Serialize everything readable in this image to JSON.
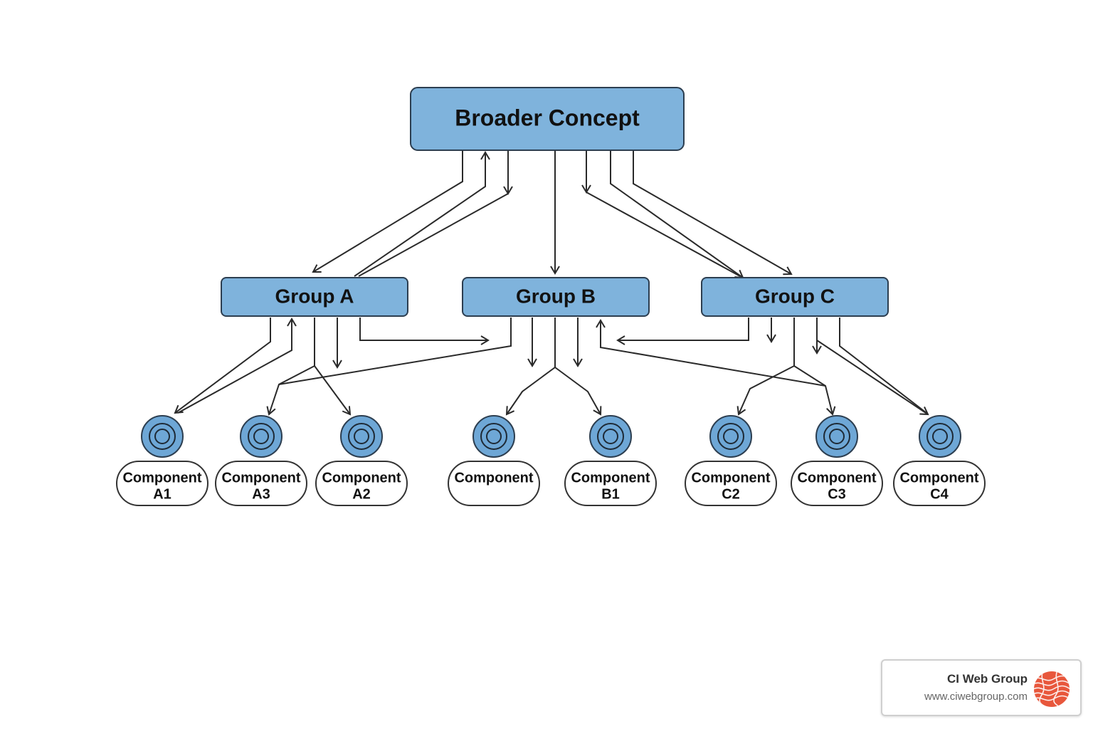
{
  "diagram": {
    "root": {
      "label": "Broader Concept"
    },
    "groups": [
      {
        "id": "a",
        "label": "Group A"
      },
      {
        "id": "b",
        "label": "Group B"
      },
      {
        "id": "c",
        "label": "Group C"
      }
    ],
    "components": [
      {
        "id": "a1",
        "line1": "Component",
        "line2": "A1"
      },
      {
        "id": "a3",
        "line1": "Component",
        "line2": "A3"
      },
      {
        "id": "a2",
        "line1": "Component",
        "line2": "A2"
      },
      {
        "id": "b0",
        "line1": "Component",
        "line2": ""
      },
      {
        "id": "b1",
        "line1": "Component",
        "line2": "B1"
      },
      {
        "id": "c2",
        "line1": "Component",
        "line2": "C2"
      },
      {
        "id": "c3",
        "line1": "Component",
        "line2": "C3"
      },
      {
        "id": "c4",
        "line1": "Component",
        "line2": "C4"
      }
    ],
    "colors": {
      "box_fill": "#7fb3dc",
      "icon_fill": "#6ea7d6",
      "edge": "#2a2a2a",
      "pill_border": "#333333"
    },
    "component_icon": "concentric-circles-icon"
  },
  "brand": {
    "name": "CI Web Group",
    "url": "www.ciwebgroup.com",
    "logo_icon": "wavy-globe-logo-icon",
    "logo_color": "#e8573c"
  }
}
